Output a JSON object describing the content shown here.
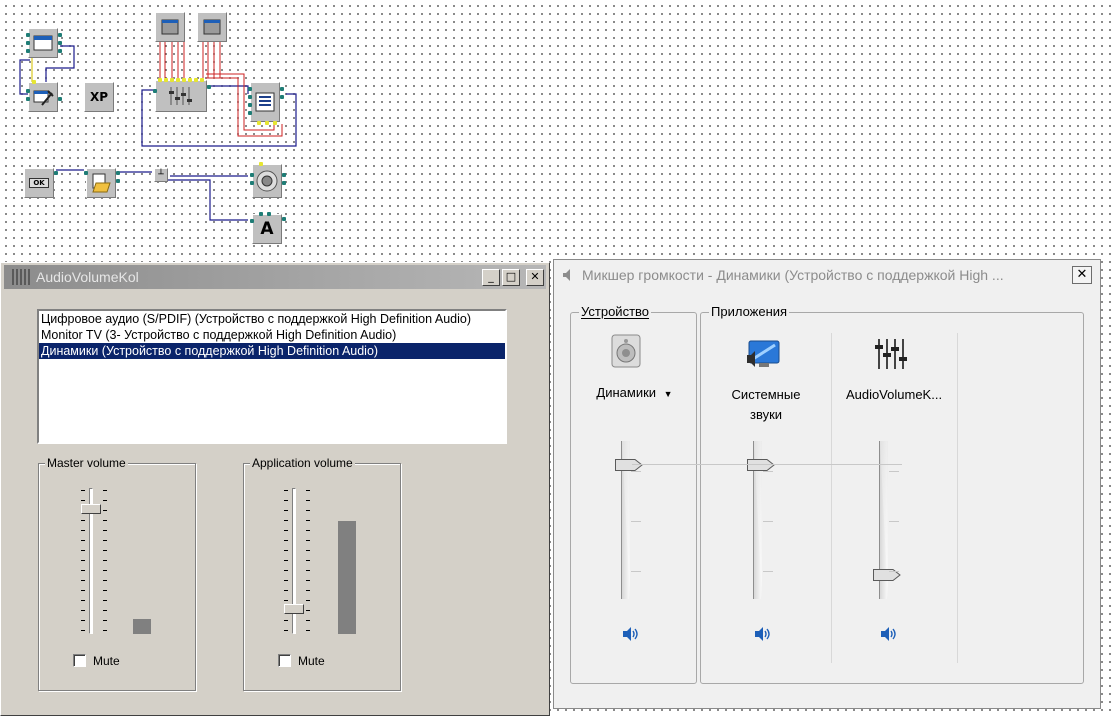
{
  "left_window": {
    "title": "AudioVolumeKol",
    "min_glyph": "_",
    "max_glyph": "□",
    "close_glyph": "✕",
    "devices": [
      {
        "label": "Цифровое аудио (S/PDIF) (Устройство с поддержкой High Definition Audio)",
        "selected": false
      },
      {
        "label": "Monitor TV (3- Устройство с поддержкой High Definition Audio)",
        "selected": false
      },
      {
        "label": "Динамики (Устройство с поддержкой High Definition Audio)",
        "selected": true
      }
    ],
    "master": {
      "label": "Master volume",
      "mute_label": "Mute",
      "muted": false,
      "level": 0.88,
      "meter_level": 0.1
    },
    "application": {
      "label": "Application volume",
      "mute_label": "Mute",
      "muted": false,
      "level": 0.15,
      "meter_level": 0.78
    }
  },
  "mixer_window": {
    "title": "Микшер громкости - Динамики (Устройство с поддержкой High ...",
    "close_glyph": "✕",
    "device_group_label": "Устройство",
    "apps_group_label": "Приложения",
    "device": {
      "label": "Динамики",
      "dropdown_glyph": "▼",
      "level": 0.88
    },
    "apps": [
      {
        "label_line1": "Системные",
        "label_line2": "звуки",
        "level": 0.88
      },
      {
        "label_line1": "AudioVolumeK...",
        "label_line2": "",
        "level": 0.12
      }
    ]
  },
  "canvas": {
    "xp_label": "XP",
    "ok_label": "OK",
    "a_label": "A"
  },
  "colors": {
    "selection": "#0a246a",
    "wire_blue": "#1c1c8c",
    "wire_red": "#cc2020",
    "pin": "#1f7d76",
    "mixer_icon_blue": "#1d5fb8"
  }
}
